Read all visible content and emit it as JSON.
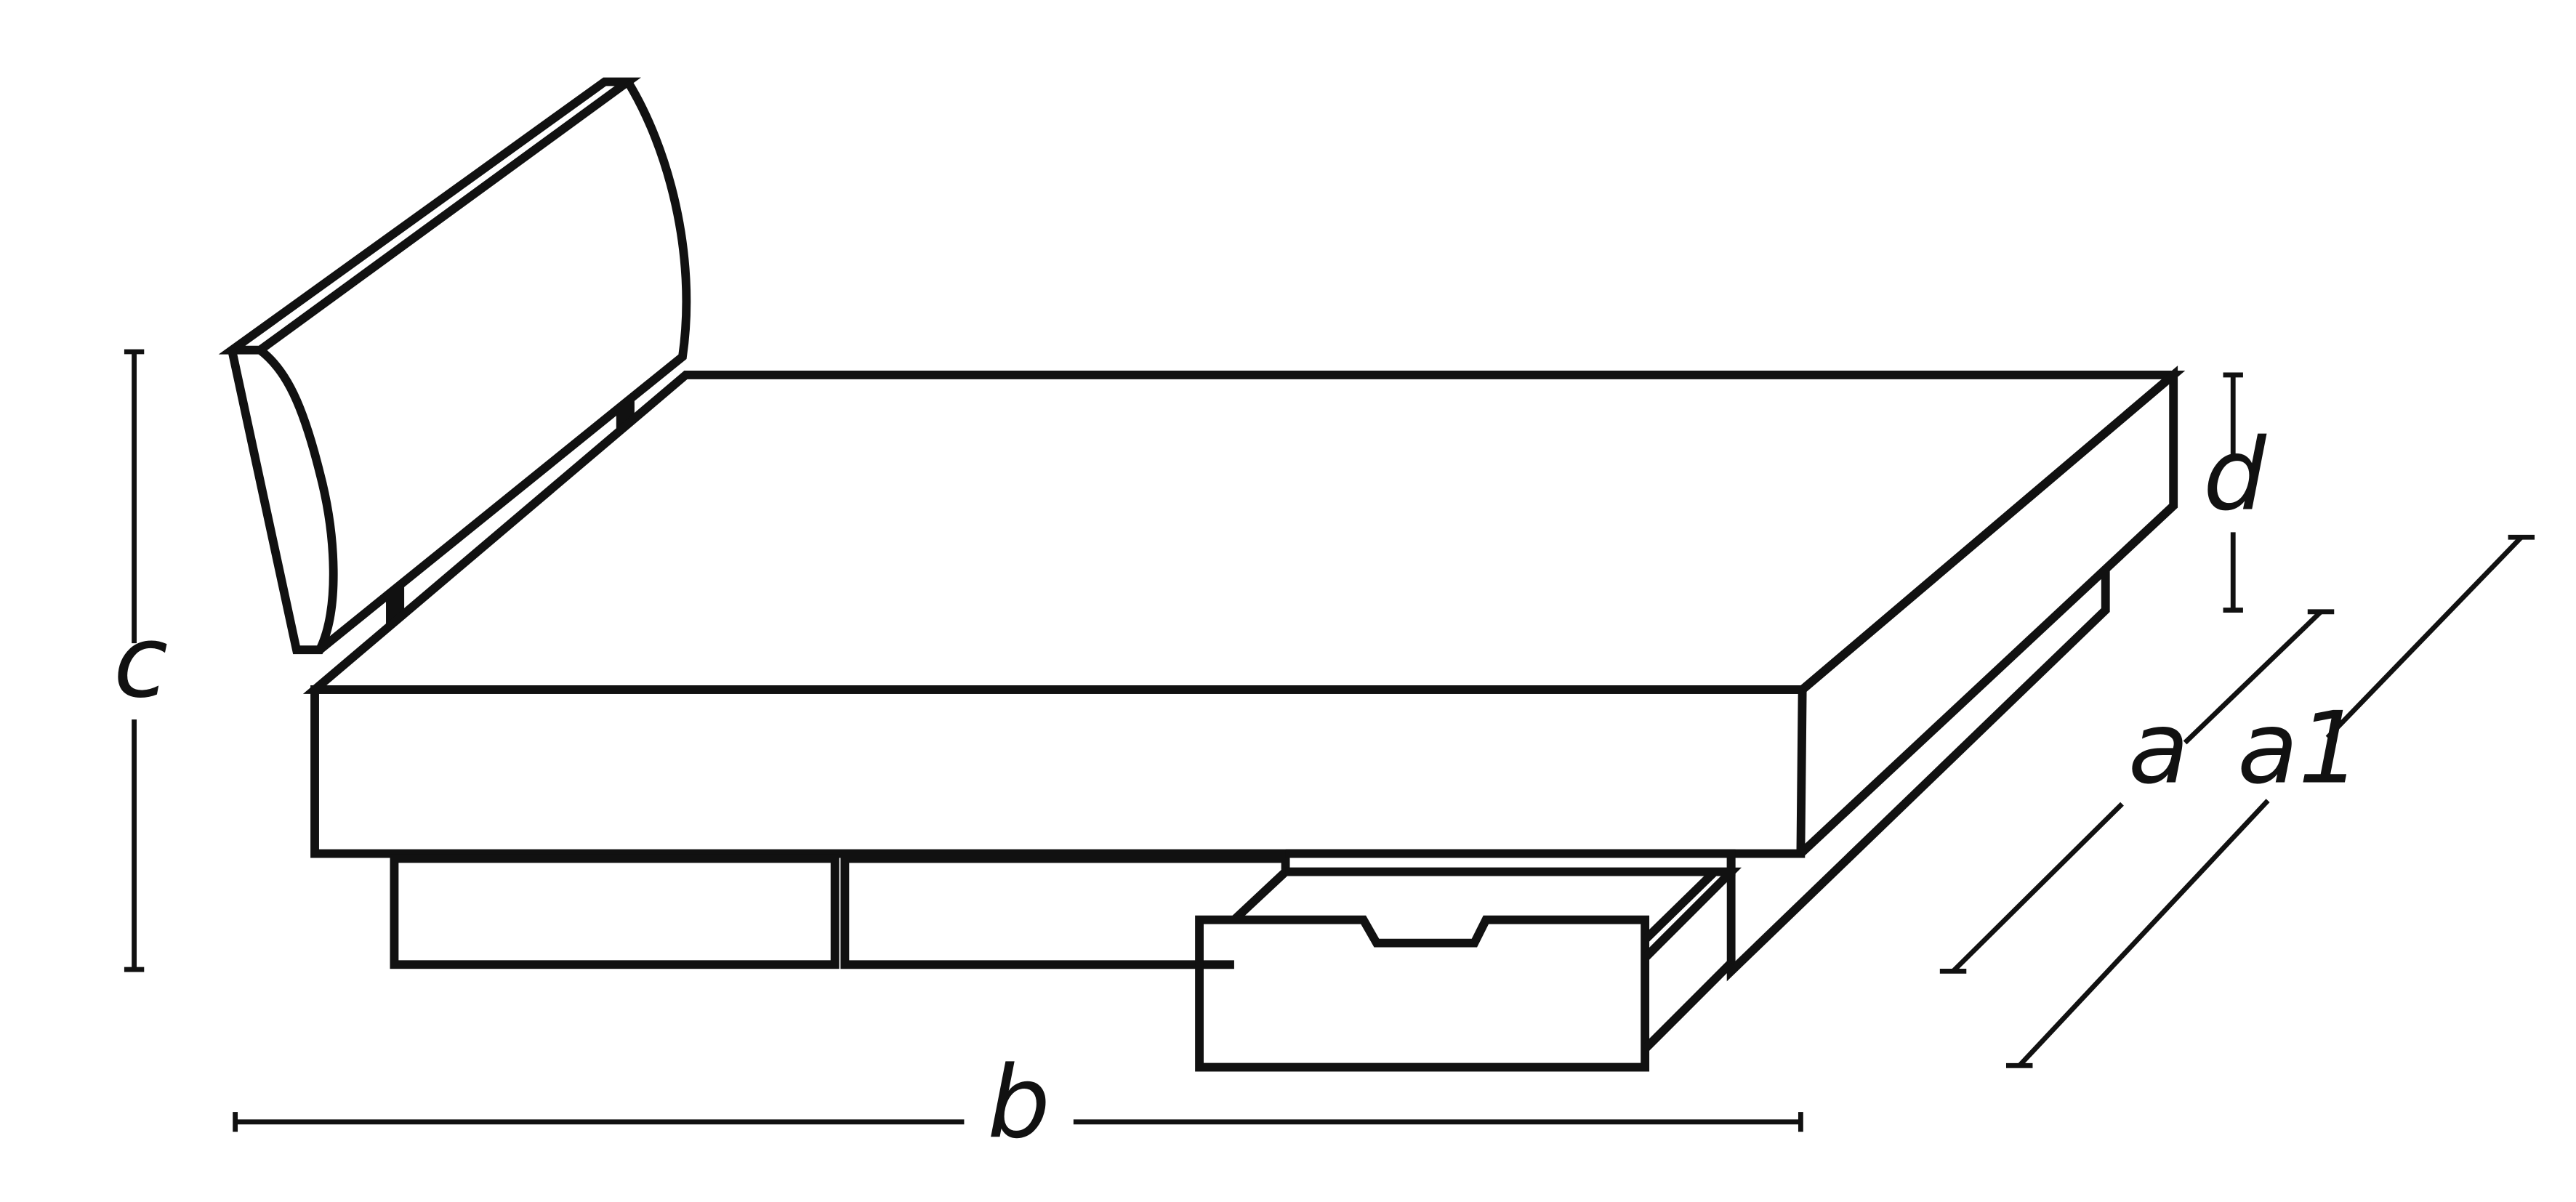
{
  "dimensions": {
    "c": "c",
    "b": "b",
    "d": "d",
    "a": "a",
    "a1": "a1"
  },
  "colors": {
    "stroke": "#111111",
    "background": "#ffffff"
  }
}
